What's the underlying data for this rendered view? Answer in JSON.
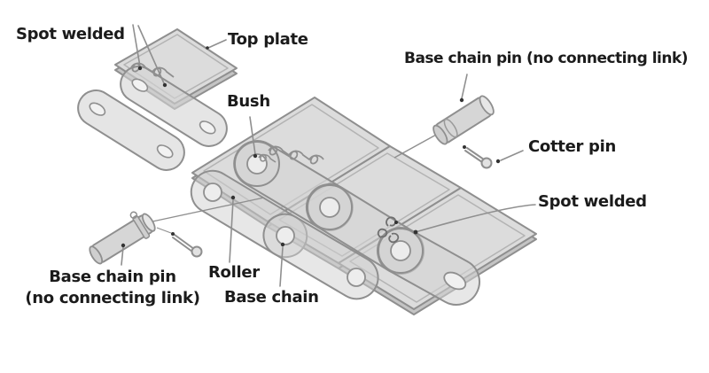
{
  "diagram": {
    "type": "exploded-assembly-diagram",
    "subject": "top-plate conveyor base chain assembly",
    "background_color": "#ffffff",
    "colors": {
      "part_fill": "#dcdcdc",
      "part_fill_dark": "#c4c4c4",
      "outline": "#8f8f8f",
      "inner_line": "#b3b3b3",
      "leader_line": "#8f8f8f",
      "weld_dot": "#333333",
      "label_text": "#1b1b1b"
    },
    "labels": {
      "spot_welded_top": "Spot welded",
      "top_plate": "Top plate",
      "bush": "Bush",
      "base_chain_pin_top": "Base chain pin (no connecting link)",
      "cotter_pin": "Cotter pin",
      "spot_welded_right": "Spot welded",
      "base_chain_pin_bottom_line1": "Base chain pin",
      "base_chain_pin_bottom_line2": "(no connecting link)",
      "roller": "Roller",
      "base_chain": "Base chain"
    },
    "parts_called_out": [
      "Spot welded",
      "Top plate",
      "Bush",
      "Base chain pin (no connecting link)",
      "Cotter pin",
      "Roller",
      "Base chain"
    ]
  }
}
